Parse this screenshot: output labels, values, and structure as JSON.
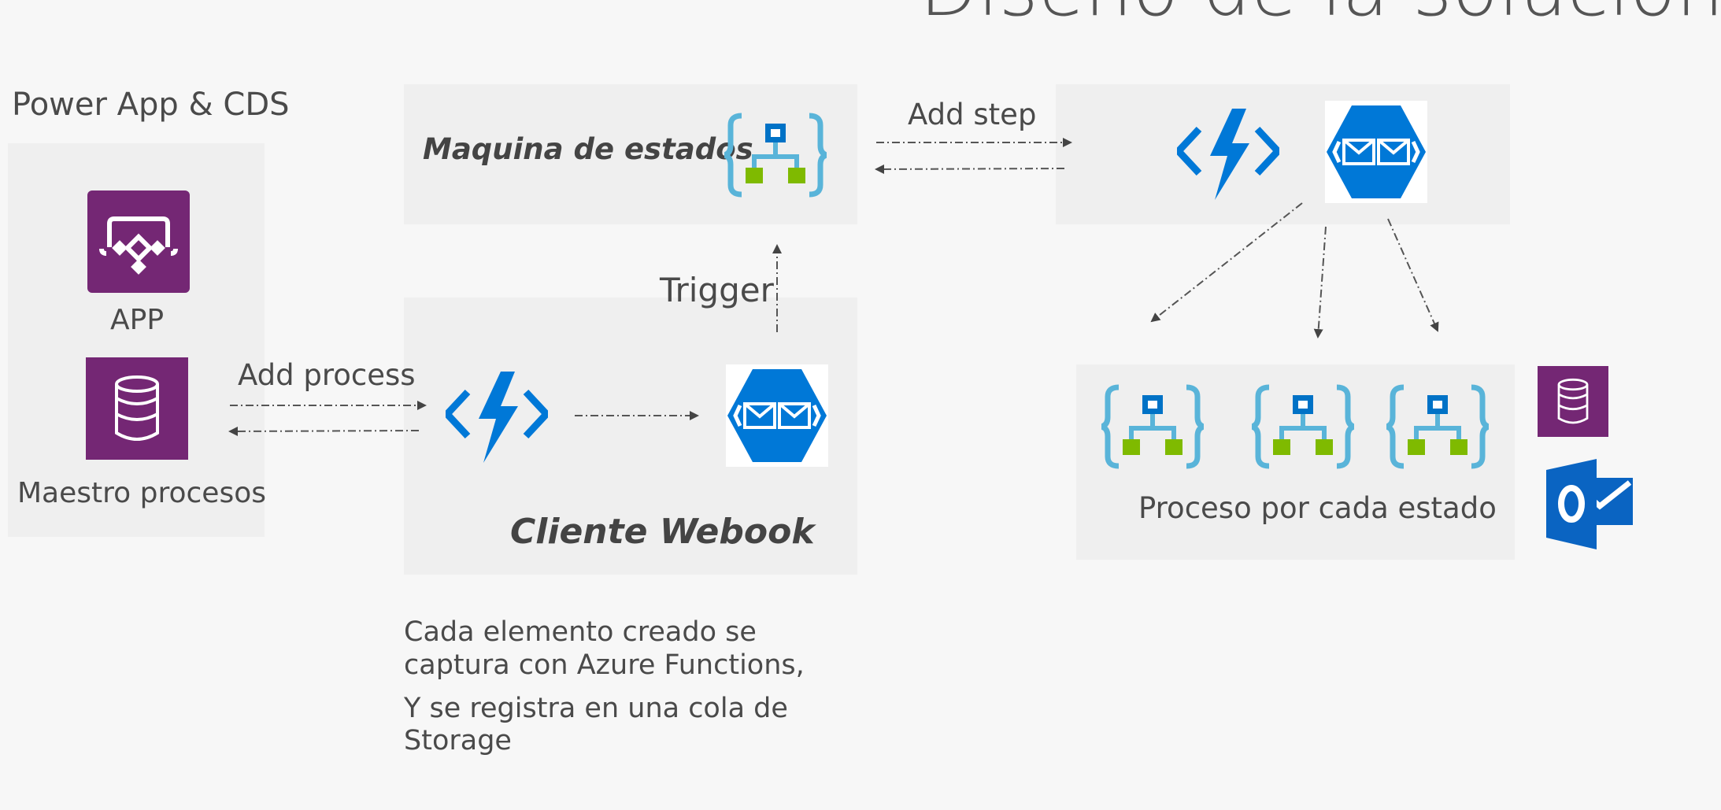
{
  "slide": {
    "title": "Diseño de la solución"
  },
  "power_app_panel": {
    "heading": "Power App & CDS",
    "app_label": "APP",
    "master_label": "Maestro procesos"
  },
  "state_machine_panel": {
    "label": "Maquina de estados"
  },
  "webhook_panel": {
    "label": "Cliente Webook"
  },
  "connectors": {
    "add_process": "Add process",
    "add_step": "Add step",
    "trigger": "Trigger"
  },
  "states_panel": {
    "label": "Proceso por cada estado"
  },
  "notes": {
    "note1_line1": "Cada elemento creado se",
    "note1_line2": "captura con Azure Functions,",
    "note2_line1": "Y se registra en una cola de",
    "note2_line2": "Storage"
  },
  "colors": {
    "powerapps_purple": "#742774",
    "azure_blue": "#0078d7",
    "logicapp_cyan": "#59b4d9",
    "logicapp_green": "#7fba00",
    "outlook_blue": "#0a64c2",
    "panel_gray": "#efefef"
  },
  "icons": [
    "powerapps-icon",
    "database-icon",
    "logic-app-icon",
    "azure-functions-icon",
    "storage-queue-icon",
    "outlook-icon"
  ]
}
